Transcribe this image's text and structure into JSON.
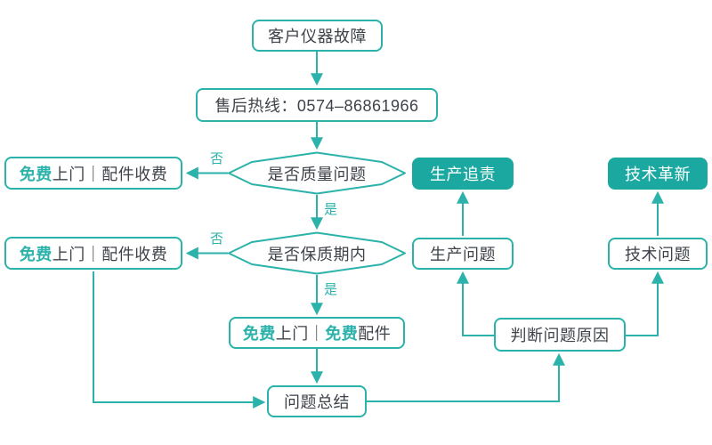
{
  "colors": {
    "teal_line": "#2BB2AA",
    "teal_fill": "#1BA8A1",
    "text_dark": "#3E434A",
    "node_background": "#FFFFFF",
    "page_background": "#FFFFFF"
  },
  "nodes": {
    "customer_fault": {
      "label": "客户仪器故障"
    },
    "hotline": {
      "label": "售后热线：0574–86861966"
    },
    "quality_decision": {
      "label": "是否质量问题"
    },
    "warranty_decision": {
      "label": "是否保质期内"
    },
    "free_visit_paid_parts_row1": {
      "highlight": "免费",
      "rest": "上门｜配件收费"
    },
    "free_visit_paid_parts_row2": {
      "highlight": "免费",
      "rest": "上门｜配件收费"
    },
    "free_visit_free_parts": {
      "highlight1": "免费",
      "mid": "上门｜",
      "highlight2": "免费",
      "tail": "配件"
    },
    "summary": {
      "label": "问题总结"
    },
    "judge_cause": {
      "label": "判断问题原因"
    },
    "production_issue": {
      "label": "生产问题"
    },
    "production_accountability": {
      "label": "生产追责"
    },
    "tech_issue": {
      "label": "技术问题"
    },
    "tech_innovation": {
      "label": "技术革新"
    }
  },
  "edge_labels": {
    "quality_no": "否",
    "quality_yes": "是",
    "warranty_no": "否",
    "warranty_yes": "是"
  }
}
